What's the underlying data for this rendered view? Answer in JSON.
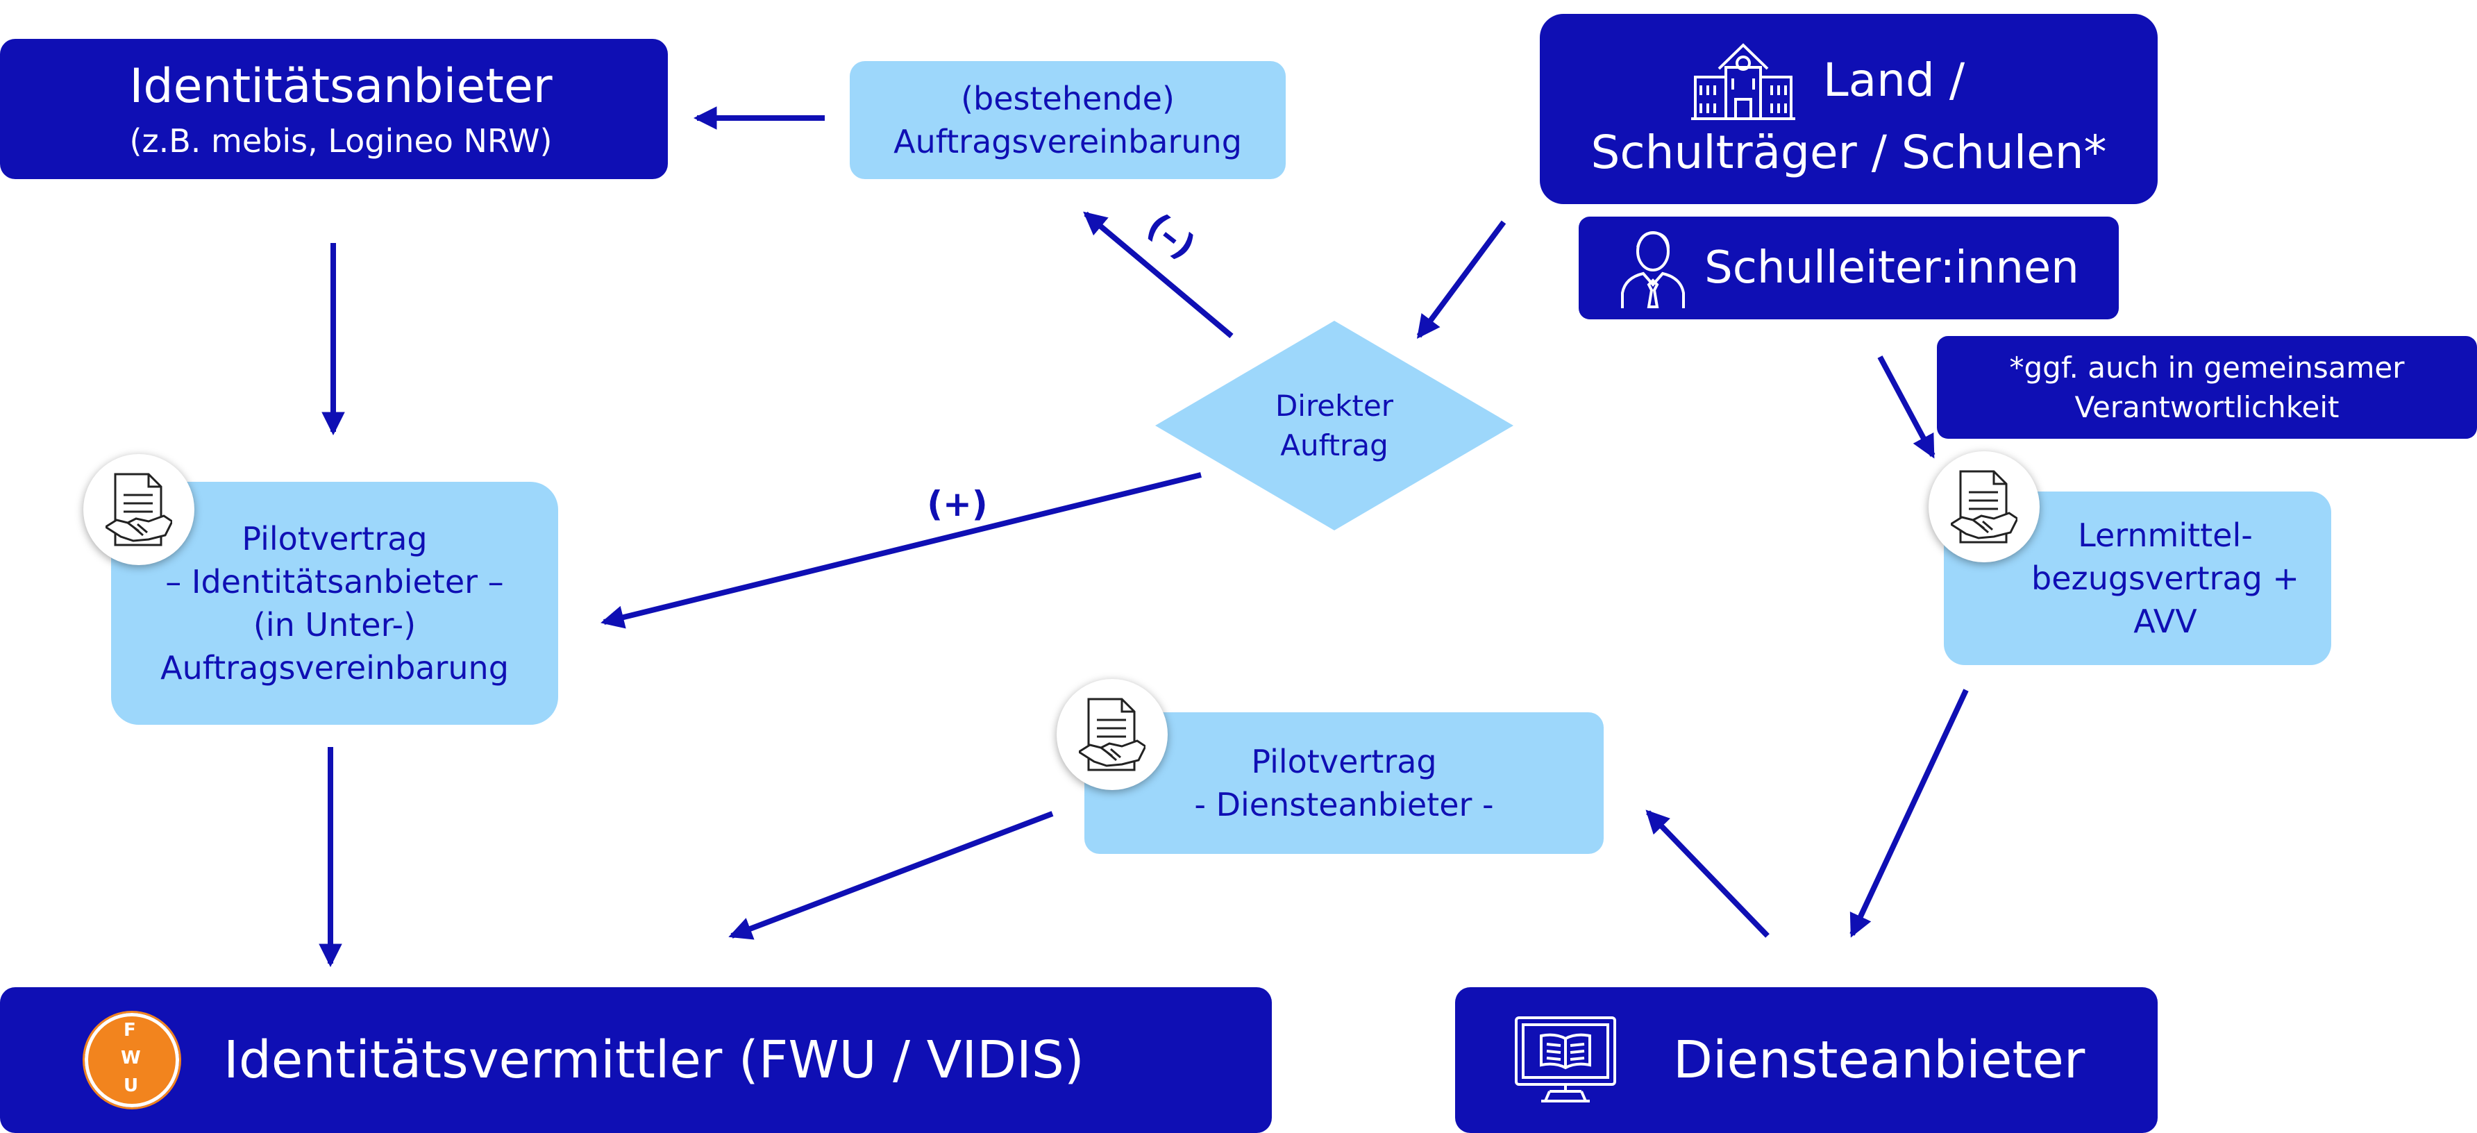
{
  "colors": {
    "dark_blue": "#0f0fb4",
    "light_blue": "#9dd7fb",
    "fwu_orange": "#f2841e"
  },
  "nodes": {
    "identitaetsanbieter": {
      "title": "Identitätsanbieter",
      "subtitle": "(z.B. mebis, Logineo NRW)"
    },
    "auftragsvereinbarung_bestehend": {
      "line1": "(bestehende)",
      "line2": "Auftragsvereinbarung"
    },
    "land": {
      "line1": "Land /",
      "line2": "Schulträger / Schulen*",
      "icon": "school-building-icon"
    },
    "schulleiter": {
      "label": "Schulleiter:innen",
      "icon": "person-icon"
    },
    "note": {
      "line1": "*ggf. auch in gemeinsamer",
      "line2": "Verantwortlichkeit"
    },
    "direkter_auftrag": {
      "line1": "Direkter",
      "line2": "Auftrag"
    },
    "pilotvertrag_ia": {
      "line1": "Pilotvertrag",
      "line2": "– Identitätsanbieter –",
      "line3": "(in Unter-)",
      "line4": "Auftragsvereinbarung",
      "icon": "contract-handshake-icon"
    },
    "lernmittel": {
      "line1": "Lernmittel-",
      "line2": "bezugsvertrag +",
      "line3": "AVV",
      "icon": "contract-handshake-icon"
    },
    "pilotvertrag_da": {
      "line1": "Pilotvertrag",
      "line2": "- Diensteanbieter -",
      "icon": "contract-handshake-icon"
    },
    "identitaetsvermittler": {
      "label": "Identitätsvermittler (FWU / VIDIS)",
      "logo": "fwu-logo-icon",
      "logo_letters": [
        "F",
        "W",
        "U"
      ]
    },
    "diensteanbieter": {
      "label": "Diensteanbieter",
      "icon": "monitor-book-icon"
    }
  },
  "edge_labels": {
    "minus": "(–)",
    "plus": "(+)"
  }
}
